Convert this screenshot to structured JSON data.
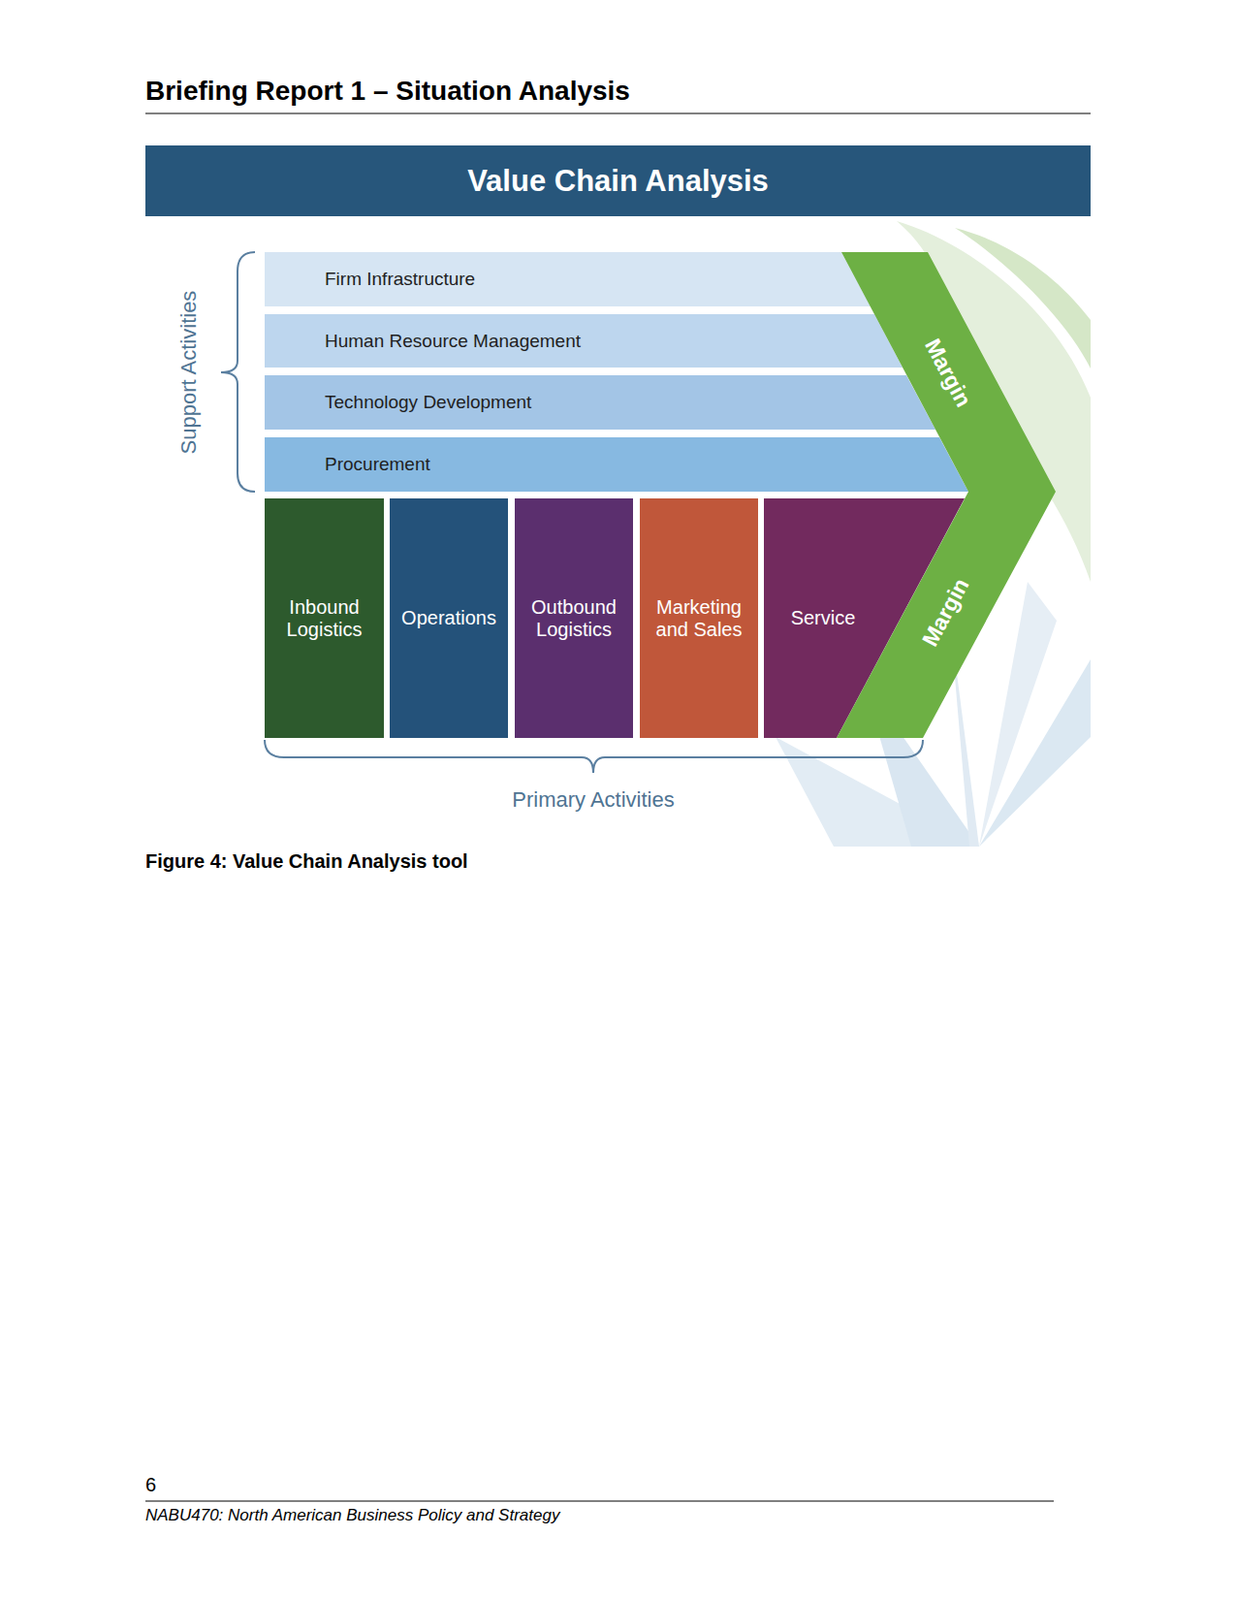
{
  "diagram": {
    "title": "Briefing Report 1 – Situation Analysis",
    "caption": "Figure 4: Value Chain Analysis tool",
    "nodes": [
      {
        "text": [
          "Value Chain Analysis"
        ]
      },
      {
        "text": [
          "Firm Infrastructure"
        ]
      },
      {
        "text": [
          "Human Resource Management"
        ]
      },
      {
        "text": [
          "Technology Development"
        ]
      },
      {
        "text": [
          "Procurement"
        ]
      },
      {
        "text": [
          "Inbound Logistics"
        ]
      },
      {
        "text": [
          "Operations"
        ]
      },
      {
        "text": [
          "Outbound Logistics"
        ]
      },
      {
        "text": [
          "Marketing and Sales"
        ]
      },
      {
        "text": [
          "Service"
        ]
      },
      {
        "text": [
          "Margin",
          "Margin"
        ]
      }
    ],
    "labels": [
      "Support Activities",
      "Primary Activities",
      "6",
      "NABU470: North American Business Policy and Strategy"
    ]
  }
}
